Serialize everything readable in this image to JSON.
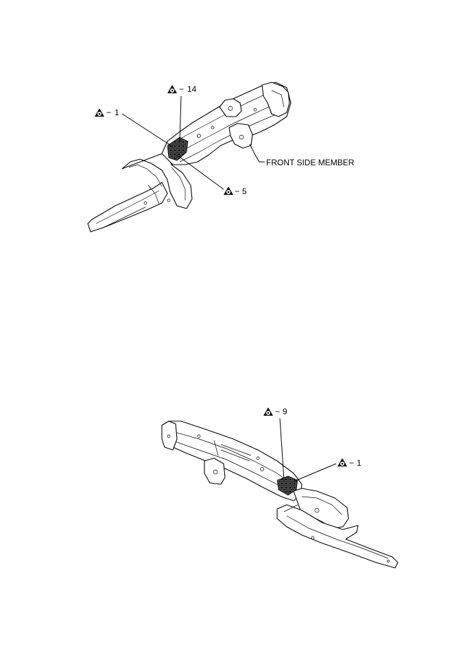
{
  "diagram": {
    "top_view": {
      "callouts": [
        {
          "id": "weld-14",
          "prefix": "−",
          "number": "14"
        },
        {
          "id": "weld-1",
          "prefix": "−",
          "number": "1"
        },
        {
          "id": "weld-5",
          "prefix": "−",
          "number": "5"
        }
      ],
      "part_label": "FRONT SIDE MEMBER"
    },
    "bottom_view": {
      "callouts": [
        {
          "id": "weld-9",
          "prefix": "−",
          "number": "9"
        },
        {
          "id": "weld-1",
          "prefix": "−",
          "number": "1"
        }
      ]
    },
    "icon": "spot-weld-triangle-icon"
  }
}
